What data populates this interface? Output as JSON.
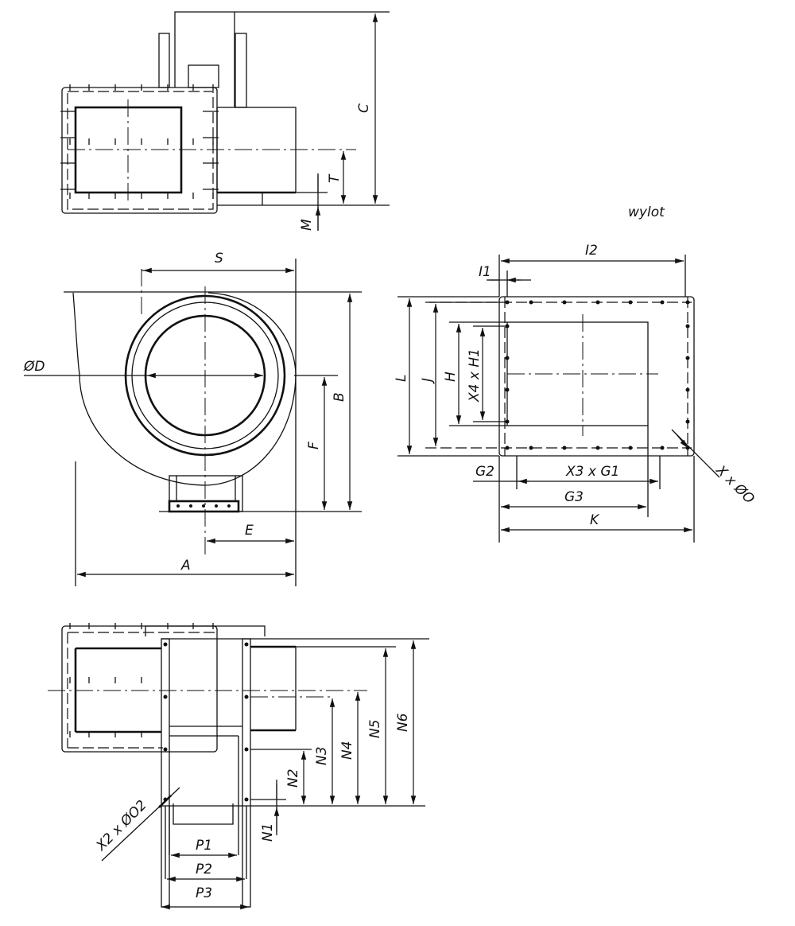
{
  "labels": {
    "C": "C",
    "T": "T",
    "M": "M",
    "outlet": "wylot",
    "S": "S",
    "D": "ØD",
    "B": "B",
    "F": "F",
    "E": "E",
    "A": "A",
    "I1": "I1",
    "I2": "I2",
    "L": "L",
    "J": "J",
    "H": "H",
    "X4H1": "X4 x H1",
    "G2": "G2",
    "X3G1": "X3 x G1",
    "G3": "G3",
    "K": "K",
    "XO": "X x ØO",
    "N1": "N1",
    "N2": "N2",
    "N3": "N3",
    "N4": "N4",
    "N5": "N5",
    "N6": "N6",
    "P1": "P1",
    "P2": "P2",
    "P3": "P3",
    "X2O2": "X2 x ØO2"
  }
}
